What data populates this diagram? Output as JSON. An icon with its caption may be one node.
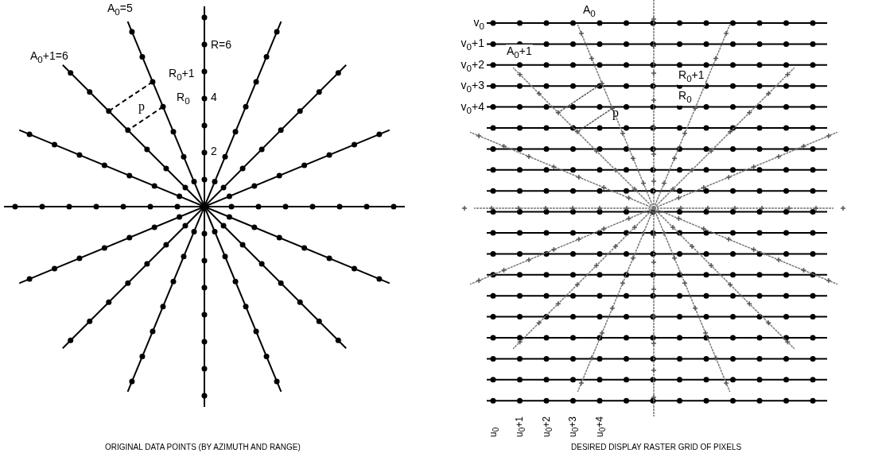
{
  "diagram": {
    "labels": [
      "A$_{0}$=5",
      "A$_{0}$+1=6",
      "R=6",
      "R$_{0}$+1",
      "R$_{0}$",
      "4",
      "p",
      "2",
      "ORIGINAL DATA POINTS (BY AZIMUTH AND RANGE)",
      "v$_{0}$",
      "A$_{0}$",
      "v$_{0}$+1",
      "v$_{0}$+2",
      "A$_{0}$+1",
      "R$_{0}$+1",
      "v$_{0}$+3",
      "R$_{0}$",
      "v$_{0}$+4",
      "p",
      "u$_{0}$",
      "u$_{0}$+1",
      "u$_{0}$+2",
      "u$_{0}$+3",
      "u$_{0}$+4",
      "DESIRED DISPLAY RASTER GRID OF PIXELS"
    ]
  }
}
